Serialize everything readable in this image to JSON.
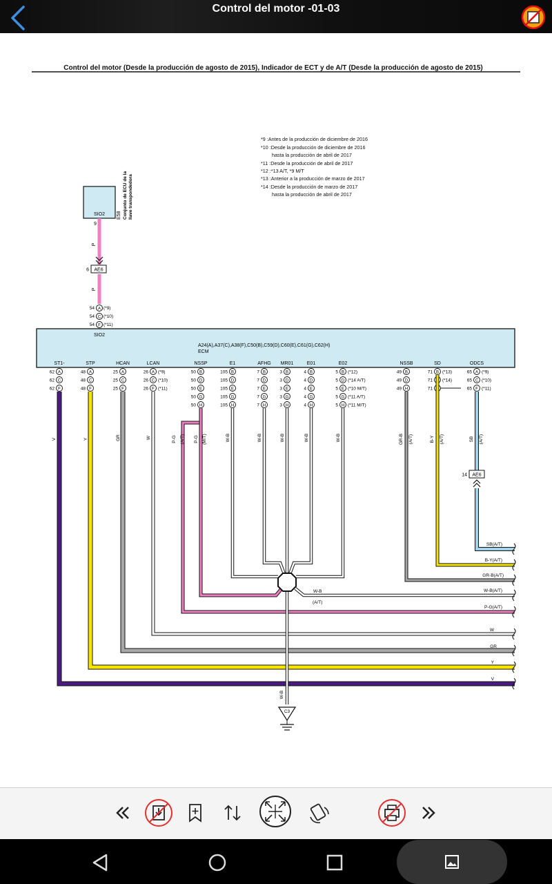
{
  "app": {
    "title": "Control del motor -01-03"
  },
  "diagram": {
    "header": "Control del motor (Desde la producción de agosto de 2015), Indicador de ECT y de A/T (Desde la producción de agosto de 2015)",
    "notes": [
      "*9 :Antes de la producción de diciembre de 2016",
      "*10 :Desde la producción de diciembre de 2016",
      "hasta la producción de abril de 2017",
      "*11 :Desde la producción de abril de 2017",
      "*12 :*13 A/T, *9 M/T",
      "*13 :Anterior a la producción de marzo de 2017",
      "*14 :Desde la producción de marzo de 2017",
      "hasta la producción de abril de 2017"
    ],
    "transponder": {
      "code": "E58",
      "name_line1": "Conjunto de ECU de la",
      "name_line2": "llave transpondedora",
      "pin_label": "SIO2",
      "pin_no": "9",
      "wire": "P"
    },
    "connector_ae6_top": {
      "num": "6",
      "name": "AE6"
    },
    "sio2_pins": [
      {
        "num": "54",
        "letter": "A",
        "note": "(*9)"
      },
      {
        "num": "54",
        "letter": "C",
        "note": "(*10)"
      },
      {
        "num": "54",
        "letter": "F",
        "note": "(*11)"
      }
    ],
    "sio2_label": "SIO2",
    "ecm": {
      "connectors": "A24(A),A37(C),A38(F),C50(B),C59(D),C60(E),C61(G),C62(H)",
      "name": "ECM"
    },
    "ecm_columns": [
      {
        "label": "ST1-",
        "num": "62",
        "letters": [
          "A",
          "C",
          "F"
        ]
      },
      {
        "label": "STP",
        "num": "48",
        "letters": [
          "A",
          "C",
          "F"
        ]
      },
      {
        "label": "HCAN",
        "num": "25",
        "letters": [
          "A",
          "C",
          "F"
        ]
      },
      {
        "label": "LCAN",
        "num": "26",
        "letters": [
          "A",
          "C",
          "F"
        ],
        "notes": [
          "(*9)",
          "(*10)",
          "(*11)"
        ]
      },
      {
        "label": "NSSP",
        "num": "50",
        "letters": [
          "B",
          "D",
          "E",
          "G",
          "H"
        ]
      },
      {
        "label": "E1",
        "num": "105",
        "letters": [
          "B",
          "D",
          "E",
          "G",
          "H"
        ]
      },
      {
        "label": "AFHG",
        "num": "7",
        "letters": [
          "B",
          "D",
          "E",
          "G",
          "H"
        ]
      },
      {
        "label": "MR01",
        "num": "3",
        "letters": [
          "B",
          "D",
          "E",
          "G",
          "H"
        ]
      },
      {
        "label": "E01",
        "num": "4",
        "letters": [
          "B",
          "D",
          "E",
          "G",
          "H"
        ]
      },
      {
        "label": "E02",
        "num": "5",
        "letters": [
          "B",
          "D",
          "E",
          "G",
          "H"
        ],
        "notes": [
          "(*12)",
          "(*14 A/T)",
          "(*10 M/T)",
          "(*11 A/T)",
          "(*11 M/T)"
        ]
      },
      {
        "label": "NSSB",
        "num": "49",
        "letters": [
          "B",
          "D",
          "H"
        ]
      },
      {
        "label": "SD",
        "num": "71",
        "letters": [
          "B",
          "D",
          "H"
        ],
        "notes": [
          "(*13)",
          "(*14)",
          ""
        ]
      },
      {
        "label": "ODCS",
        "num": "65",
        "letters": [
          "A",
          "C",
          "F"
        ],
        "notes": [
          "(*9)",
          "(*10)",
          "(*11)"
        ]
      }
    ],
    "wire_colors": {
      "V": "#4b1a80",
      "Y": "#f5e400",
      "GR": "#a8a8a8",
      "W": "#ffffff",
      "P": "#ee7fc0",
      "SB": "#9fd3ea",
      "B": "#000000"
    },
    "wire_labels": {
      "v": "V",
      "y": "Y",
      "gr": "GR",
      "w": "W",
      "pg_at": "P-G",
      "pg_at_note": "(A/T)",
      "pg_mt": "P-G",
      "pg_mt_note": "(M/T)",
      "wb": "W-B",
      "grb": "GR-B",
      "grb_note": "(A/T)",
      "by": "B-Y",
      "by_note": "(A/T)",
      "sb": "SB",
      "sb_note": "(A/T)",
      "wb_mid": "W-B",
      "at_mid": "(A/T)"
    },
    "connector_ae6_bottom": {
      "num": "14",
      "name": "AE6"
    },
    "right_edge": [
      "SB(A/T)",
      "B-Y(A/T)",
      "GR-B(A/T)",
      "W-B(A/T)",
      "P-G(A/T)",
      "W",
      "GR",
      "Y",
      "V"
    ],
    "ground": {
      "wire": "W-B",
      "name": "C3"
    }
  },
  "toolbar": {
    "icons": [
      "first-page-icon",
      "save-disabled-icon",
      "bookmark-add-icon",
      "sort-icon",
      "fit-screen-icon",
      "rotate-icon",
      "print-disabled-icon",
      "last-page-icon"
    ]
  }
}
